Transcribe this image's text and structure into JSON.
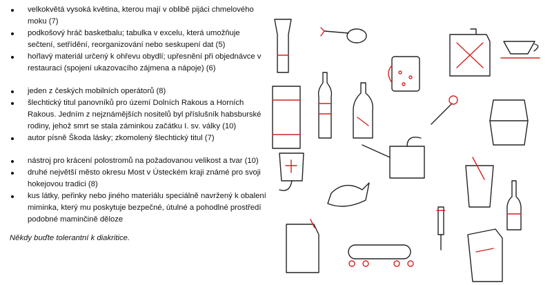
{
  "clues": {
    "group1": [
      "velkokvětá vysoká květina, kterou mají v oblibě pijáci chmelového moku (7)",
      "podkošový hráč basketbalu; tabulka v excelu, která umožňuje sečtení, setřídění, reorganizování nebo seskupení dat (5)",
      "hořlavý materiál určený k ohřevu obydlí; upřesnění při objednávce v restauraci (spojení ukazovacího zájmena a nápoje) (6)"
    ],
    "group2": [
      "jeden z českých mobilních operátorů (8)",
      "šlechtický titul panovníků pro území Dolních Rakous a Horních Rakous. Jedním z nejznámějších nositelů byl příslušník habsburské rodiny, jehož smrt se stala záminkou začátku I. sv. války (10)",
      "autor písně Škoda lásky; zkomolený šlechtický titul (7)"
    ],
    "group3": [
      "nástroj pro krácení polostromů na požadovanou velikost a tvar (10)",
      "druhé největší město okresu Most v Ústeckém kraji známé pro svoji hokejovou tradici (8)",
      "kus látky, peřinky nebo jiného materiálu speciálně navržený k obalení miminka, který mu poskytuje bezpečné, útulné a pohodlné prostředí podobné maminčině děloze"
    ],
    "note": "Někdy buďte tolerantní k diakritice."
  },
  "colors": {
    "accent": "#d42020",
    "text": "#111111"
  }
}
